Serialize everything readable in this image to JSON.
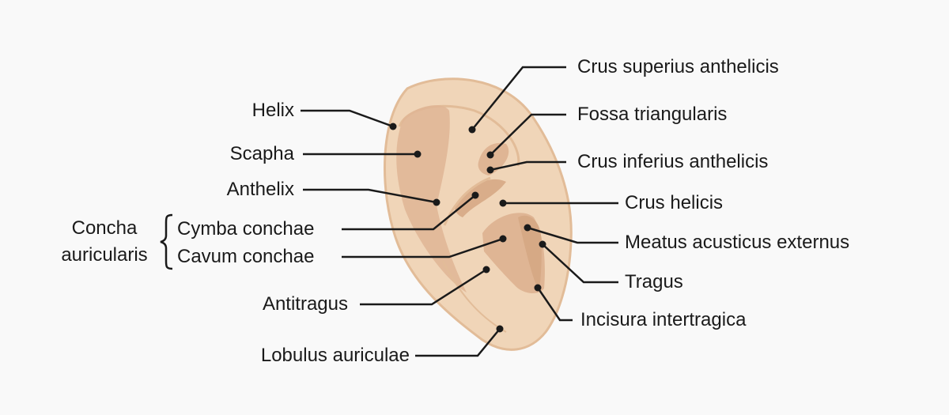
{
  "labels": {
    "helix": "Helix",
    "scapha": "Scapha",
    "anthelix": "Anthelix",
    "concha_auricularis_line1": "Concha",
    "concha_auricularis_line2": "auricularis",
    "cymba_conchae": "Cymba conchae",
    "cavum_conchae": "Cavum conchae",
    "antitragus": "Antitragus",
    "lobulus_auriculae": "Lobulus auriculae",
    "crus_superius_anthelicis": "Crus superius anthelicis",
    "fossa_triangularis": "Fossa triangularis",
    "crus_inferius_anthelicis": "Crus inferius anthelicis",
    "crus_helicis": "Crus helicis",
    "meatus_acusticus_externus": "Meatus acusticus externus",
    "tragus": "Tragus",
    "incisura_intertragica": "Incisura intertragica"
  },
  "colors": {
    "background": "#f9f9f9",
    "skin_outer": "#f0d5b8",
    "skin_outline": "#e2bc98",
    "skin_inner": "#dfb594",
    "skin_deep": "#d6a985",
    "leader_line": "#1a1a1a"
  }
}
